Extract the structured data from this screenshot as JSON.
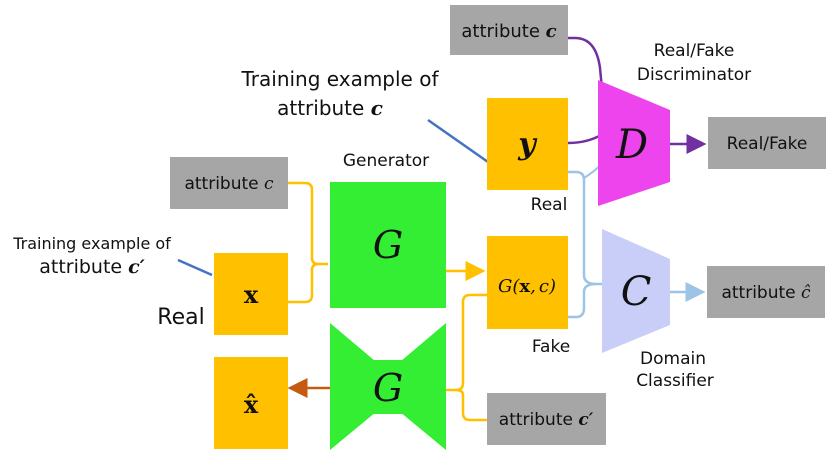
{
  "labels": {
    "training_top_line1": "Training example of",
    "training_top_line2": "attribute",
    "training_top_var": "c",
    "training_left_line1": "Training example of",
    "training_left_line2": "attribute",
    "training_left_var": "c′",
    "generator": "Generator",
    "discriminator_line1": "Real/Fake",
    "discriminator_line2": "Discriminator",
    "classifier_line1": "Domain",
    "classifier_line2": "Classifier",
    "real_y": "Real",
    "fake": "Fake",
    "real_x": "Real"
  },
  "boxes": {
    "attr_top_text": "attribute",
    "attr_top_var": "c",
    "attr_gen_text": "attribute",
    "attr_gen_var": "c",
    "attr_bottom_text": "attribute",
    "attr_bottom_var": "c′",
    "real_fake_output": "Real/Fake",
    "attr_hat_text": "attribute",
    "attr_hat_var": "ĉ"
  },
  "symbols": {
    "x": "x",
    "x_hat": "x̂",
    "y": "y",
    "g_top": "G",
    "g_bottom": "G",
    "d": "D",
    "c": "C",
    "gxc_g": "G",
    "gxc_paren_open": "(",
    "gxc_x": "x",
    "gxc_sep": ",",
    "gxc_c": "c",
    "gxc_paren_close": ")"
  },
  "colors": {
    "gray_box": "#A6A6A6",
    "orange_box": "#FFC000",
    "generator": "#33EE33",
    "discriminator": "#EE44EE",
    "classifier": "#C8CEF8",
    "orange_line": "#FFC000",
    "purple_line": "#7030A0",
    "blue_line": "#4472C4",
    "light_blue_line": "#9DC3E6",
    "brown_arrow": "#C55A11"
  }
}
